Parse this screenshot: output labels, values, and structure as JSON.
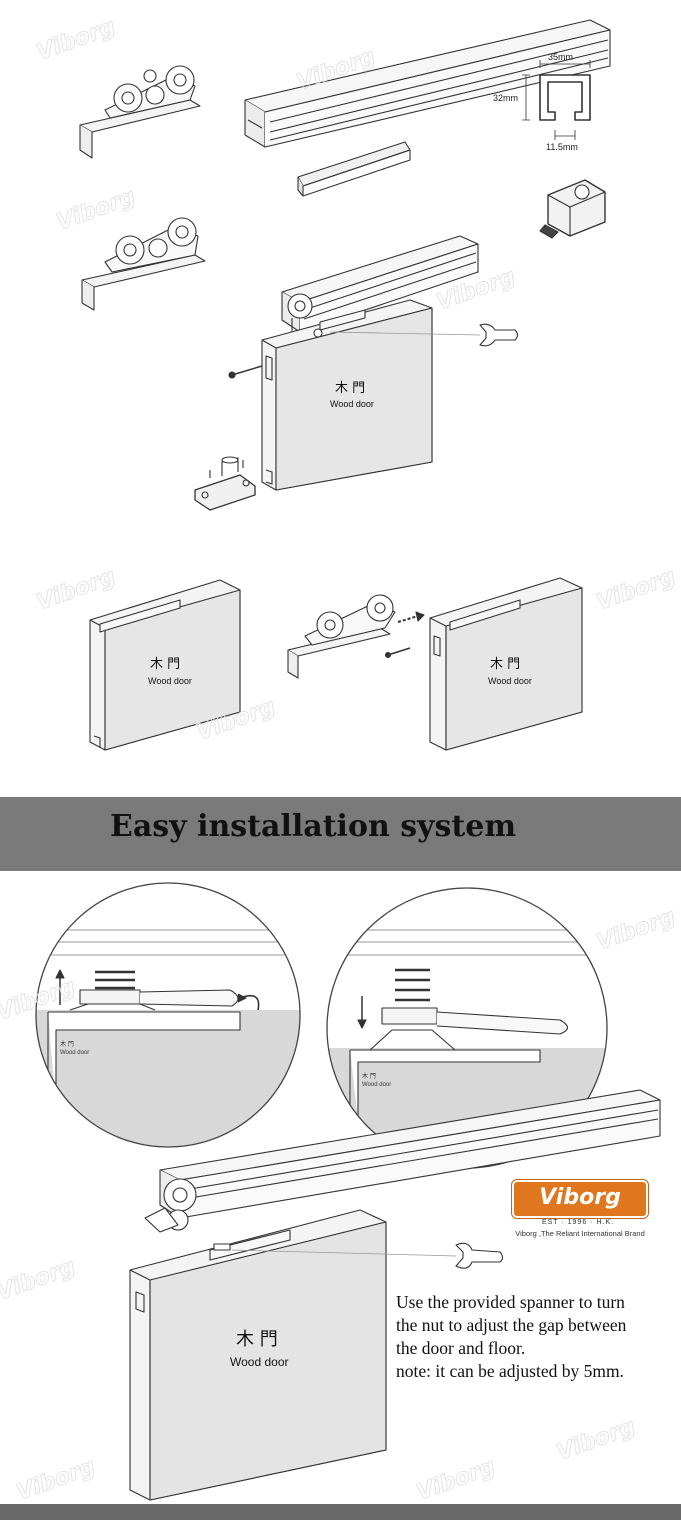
{
  "top": {
    "profile_width": "35mm",
    "profile_height": "32mm",
    "slot_width": "11.5mm",
    "door_cn": "木 門",
    "door_en": "Wood door",
    "watermark": "Viborg"
  },
  "banner": {
    "title": "Easy installation system"
  },
  "bottom": {
    "door_cn": "木 門",
    "door_en": "Wood door",
    "door_en_small": "Wood door",
    "note_lines": [
      "Use the provided spanner to turn",
      "the nut to adjust the gap between",
      "the door and floor.",
      "note: it can be adjusted by 5mm."
    ]
  },
  "brand": {
    "logo": "Viborg",
    "est": "EST · 1996 · H.K.",
    "tagline": "Viborg ,The Reliant International Brand",
    "color": "#e0771e"
  }
}
